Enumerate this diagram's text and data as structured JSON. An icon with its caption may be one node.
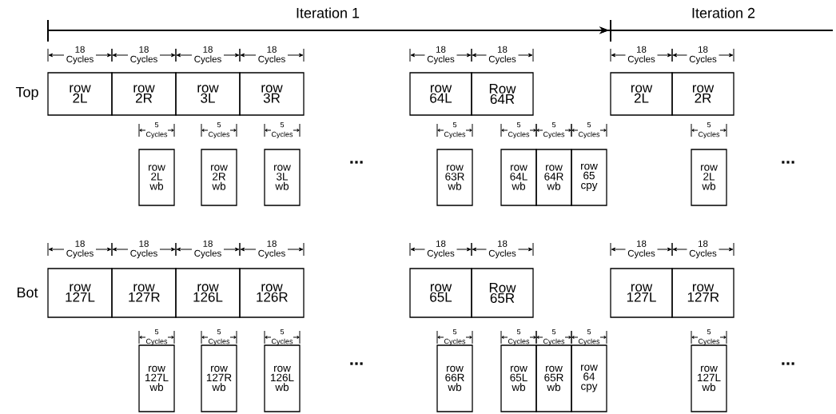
{
  "diagram": {
    "nodes": [
      {
        "text": [
          "row 2L"
        ],
        "beside": [
          "18 Cycles"
        ]
      },
      {
        "text": [
          "row 2R"
        ],
        "beside": [
          "18 Cycles"
        ]
      },
      {
        "text": [
          "row 3L"
        ],
        "beside": [
          "18 Cycles"
        ]
      },
      {
        "text": [
          "row 3R"
        ],
        "beside": [
          "18 Cycles"
        ]
      },
      {
        "text": [
          "row 64L"
        ],
        "beside": [
          "18 Cycles"
        ]
      },
      {
        "text": [
          "Row 64R"
        ],
        "beside": [
          "18 Cycles"
        ]
      },
      {
        "text": [
          "row 2L"
        ],
        "beside": [
          "18 Cycles"
        ]
      },
      {
        "text": [
          "row 2R"
        ],
        "beside": [
          "18 Cycles"
        ]
      },
      {
        "text": [
          "row 2L wb"
        ],
        "beside": [
          "5 Cycles"
        ]
      },
      {
        "text": [
          "row 2R wb"
        ],
        "beside": [
          "5 Cycles"
        ]
      },
      {
        "text": [
          "row 3L wb"
        ],
        "beside": [
          "5 Cycles"
        ]
      },
      {
        "text": [
          "row 63R wb"
        ],
        "beside": [
          "5 Cycles"
        ]
      },
      {
        "text": [
          "row 64L wb"
        ],
        "beside": [
          "5 Cycles"
        ]
      },
      {
        "text": [
          "row 64R wb"
        ],
        "beside": [
          "5 Cycles"
        ]
      },
      {
        "text": [
          "row 65 cpy"
        ],
        "beside": [
          "5 Cycles"
        ]
      },
      {
        "text": [
          "row 2L wb"
        ],
        "beside": [
          "5 Cycles"
        ]
      },
      {
        "text": [
          "row 127L"
        ],
        "beside": [
          "18 Cycles"
        ]
      },
      {
        "text": [
          "row 127R"
        ],
        "beside": [
          "18 Cycles"
        ]
      },
      {
        "text": [
          "row 126L"
        ],
        "beside": [
          "18 Cycles"
        ]
      },
      {
        "text": [
          "row 126R"
        ],
        "beside": [
          "18 Cycles"
        ]
      },
      {
        "text": [
          "row 65L"
        ],
        "beside": [
          "18 Cycles"
        ]
      },
      {
        "text": [
          "Row 65R"
        ],
        "beside": [
          "18 Cycles"
        ]
      },
      {
        "text": [
          "row 127L"
        ],
        "beside": [
          "18 Cycles"
        ]
      },
      {
        "text": [
          "row 127R"
        ],
        "beside": [
          "18 Cycles"
        ]
      },
      {
        "text": [
          "row 127L wb"
        ],
        "beside": [
          "5 Cycles"
        ]
      },
      {
        "text": [
          "row 127R wb"
        ],
        "beside": [
          "5 Cycles"
        ]
      },
      {
        "text": [
          "row 126L wb"
        ],
        "beside": [
          "5 Cycles"
        ]
      },
      {
        "text": [
          "row 66R wb"
        ],
        "beside": [
          "5 Cycles"
        ]
      },
      {
        "text": [
          "row 65L wb"
        ],
        "beside": [
          "5 Cycles"
        ]
      },
      {
        "text": [
          "row 65R wb"
        ],
        "beside": [
          "5 Cycles"
        ]
      },
      {
        "text": [
          "row 64 cpy"
        ],
        "beside": [
          "5 Cycles"
        ]
      },
      {
        "text": [
          "row 127L wb"
        ],
        "beside": [
          "5 Cycles"
        ]
      }
    ],
    "labels": [
      "Iteration 1",
      "Iteration 2",
      "Top",
      "...",
      "...",
      "Bot",
      "...",
      "..."
    ]
  }
}
